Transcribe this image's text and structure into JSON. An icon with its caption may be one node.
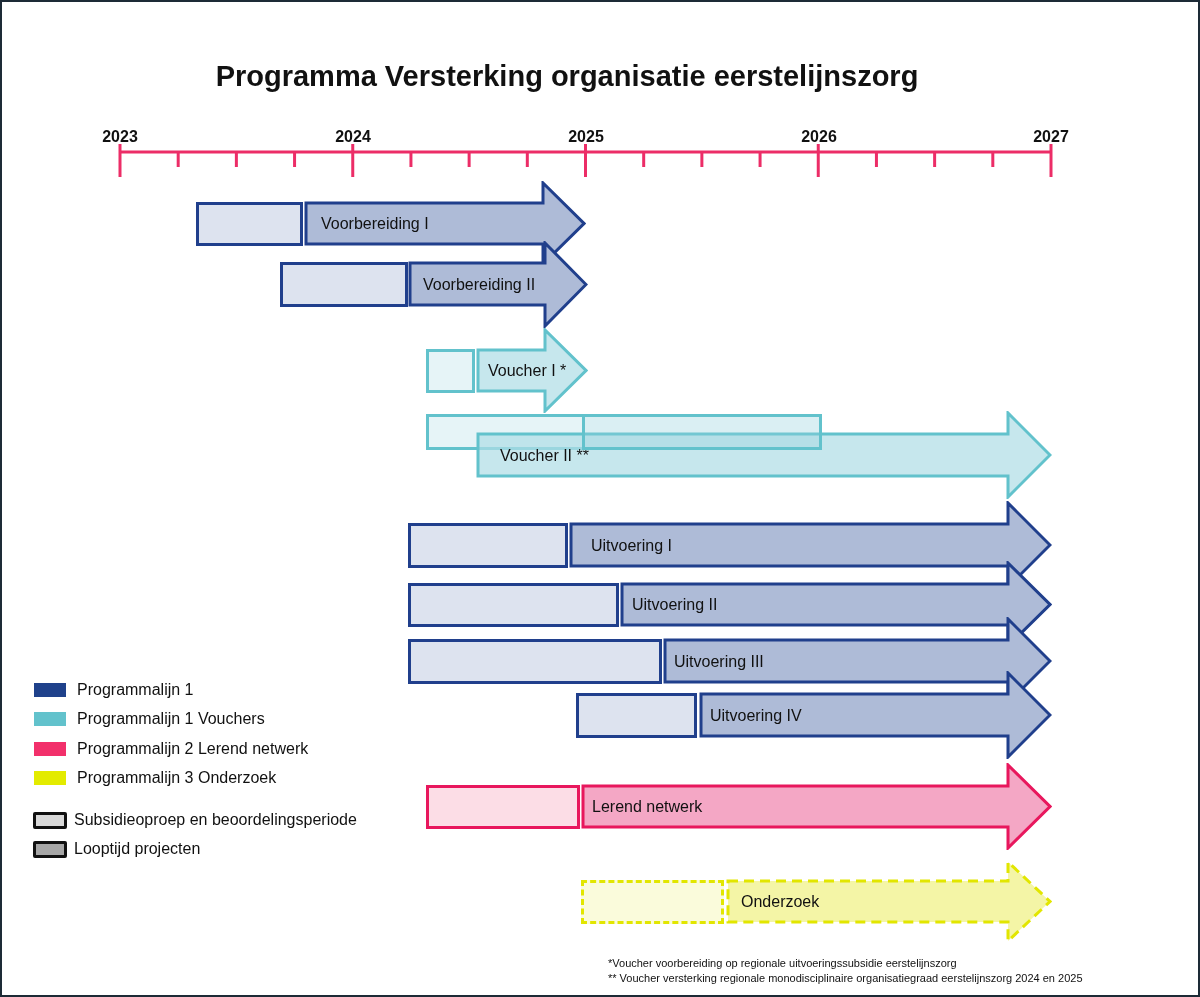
{
  "diagram": {
    "title": "Programma Versterking organisatie eerstelijnszorg",
    "nodes": [
      {
        "text": [],
        "shape": "box"
      },
      {
        "text": [
          "Voorbereiding I"
        ]
      },
      {
        "text": [],
        "shape": "box"
      },
      {
        "text": [
          "Voorbereiding II"
        ]
      },
      {
        "text": [],
        "shape": "box"
      },
      {
        "text": [
          "Voucher I *"
        ]
      },
      {
        "text": [],
        "shape": "box"
      },
      {
        "text": [
          "Voucher II **"
        ]
      },
      {
        "text": [],
        "shape": "box",
        "in": 7
      },
      {
        "text": [],
        "shape": "box"
      },
      {
        "text": [
          "Uitvoering I"
        ]
      },
      {
        "text": [],
        "shape": "box"
      },
      {
        "text": [
          "Uitvoering II"
        ]
      },
      {
        "text": [],
        "shape": "box"
      },
      {
        "text": [
          "Uitvoering III"
        ]
      },
      {
        "text": [],
        "shape": "box"
      },
      {
        "text": [
          "Uitvoering IV"
        ]
      },
      {
        "text": [],
        "shape": "box"
      },
      {
        "text": [
          "Lerend netwerk"
        ]
      },
      {
        "text": [],
        "shape": "box"
      },
      {
        "text": [
          "Onderzoek"
        ]
      }
    ],
    "edges": [],
    "labels": [
      "2023",
      "2024",
      "2025",
      "2026",
      "2027",
      "*Voucher voorbereiding op regionale uitvoeringssubsidie eerstelijnszorg",
      "** Voucher versterking regionale monodisciplinaire organisatiegraad eerstelijnszorg 2024 en 2025"
    ],
    "legend": [
      {
        "text": "Programmalijn 1",
        "color": "#1f418b"
      },
      {
        "text": "Programmalijn 1 Vouchers",
        "color": "#62c2cc"
      },
      {
        "text": "Programmalijn 2 Lerend netwerk",
        "color": "#f2306b"
      },
      {
        "text": "Programmalijn 3 Onderzoek",
        "color": "#e3eb00"
      },
      {
        "text": "Subsidieoproep en beoordelingsperiode"
      },
      {
        "text": "Looptijd projecten"
      }
    ]
  }
}
